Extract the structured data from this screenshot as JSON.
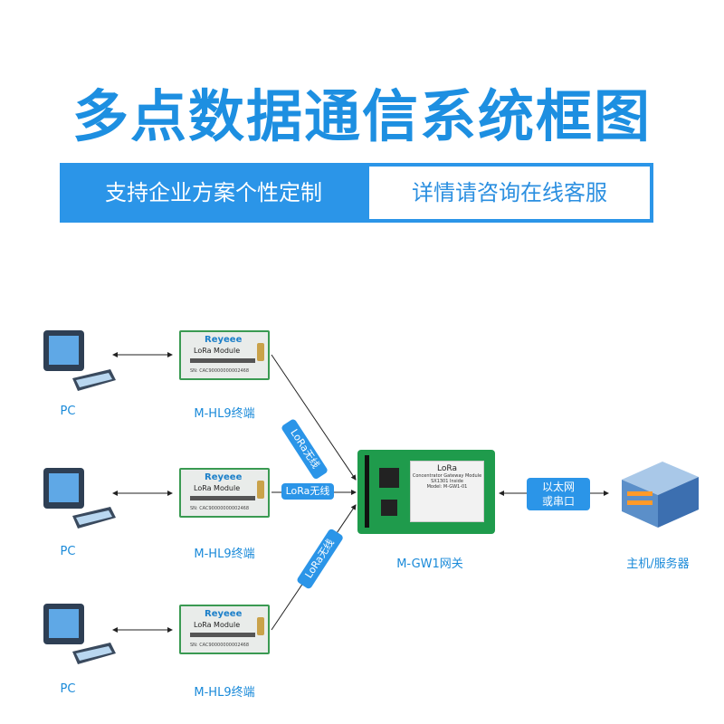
{
  "title": "多点数据通信系统框图",
  "banner": {
    "left": "支持企业方案个性定制",
    "right": "详情请咨询在线客服"
  },
  "nodes": {
    "pc_label": "PC",
    "terminal_label": "M-HL9终端",
    "gateway_label": "M-GW1网关",
    "server_label": "主机/服务器"
  },
  "module": {
    "brand": "Reyeee",
    "name": "LoRa Module",
    "tag": "SN: CAC90000000002468"
  },
  "gateway": {
    "title": "LoRa",
    "subtitle": "Concentrator Gateway Module",
    "chip": "SX1301 Inside",
    "model": "Model: M-GW1-01"
  },
  "links": {
    "wireless": "LoRa无线",
    "wired_line1": "以太网",
    "wired_line2": "或串口"
  },
  "colors": {
    "accent": "#2b95e8",
    "title": "#1d8fe1",
    "pcb": "#1f9b4c"
  }
}
